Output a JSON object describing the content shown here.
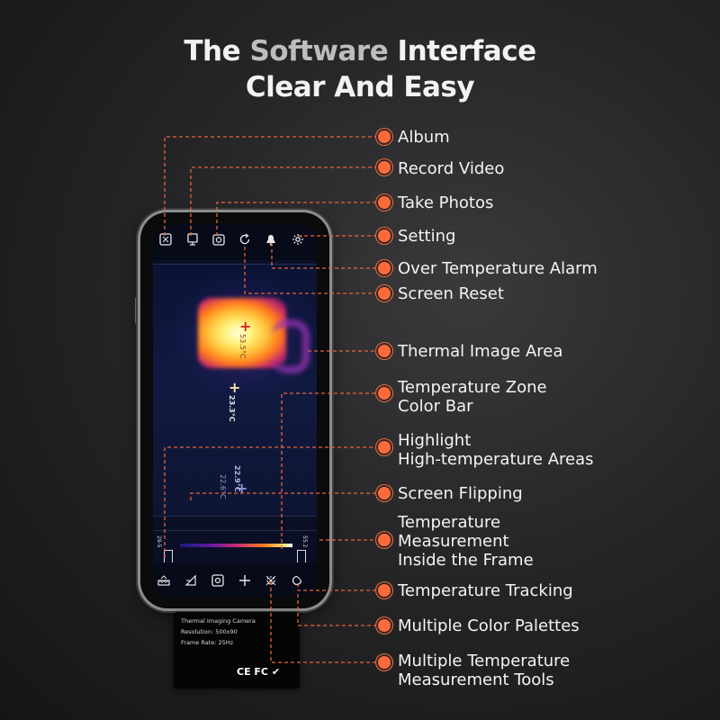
{
  "title": {
    "line1_word1": "The",
    "line1_word2": "Software",
    "line1_word3": "Interface",
    "line2": "Clear And Easy"
  },
  "callouts": [
    {
      "id": "album",
      "lines": [
        "Album"
      ]
    },
    {
      "id": "record-video",
      "lines": [
        "Record Video"
      ]
    },
    {
      "id": "take-photos",
      "lines": [
        "Take Photos"
      ]
    },
    {
      "id": "setting",
      "lines": [
        "Setting"
      ]
    },
    {
      "id": "over-temperature-alarm",
      "lines": [
        "Over Temperature Alarm"
      ]
    },
    {
      "id": "screen-reset",
      "lines": [
        "Screen Reset"
      ]
    },
    {
      "id": "thermal-image-area",
      "lines": [
        "Thermal Image Area"
      ]
    },
    {
      "id": "temperature-zone-color-bar",
      "lines": [
        "Temperature Zone",
        "Color Bar"
      ]
    },
    {
      "id": "highlight-high-temperature-areas",
      "lines": [
        "Highlight",
        "High-temperature Areas"
      ]
    },
    {
      "id": "screen-flipping",
      "lines": [
        "Screen Flipping"
      ]
    },
    {
      "id": "temperature-measurement-inside-frame",
      "lines": [
        "Temperature",
        "Measurement",
        "Inside the Frame"
      ]
    },
    {
      "id": "temperature-tracking",
      "lines": [
        "Temperature Tracking"
      ]
    },
    {
      "id": "multiple-color-palettes",
      "lines": [
        "Multiple Color Palettes"
      ]
    },
    {
      "id": "multiple-temperature-measurement-tools",
      "lines": [
        "Multiple Temperature",
        "Measurement Tools"
      ]
    }
  ],
  "top_toolbar": [
    "album-icon",
    "record-video-icon",
    "camera-icon",
    "screen-reset-icon",
    "alarm-icon",
    "gear-icon"
  ],
  "bottom_toolbar": [
    "measure-frame-icon",
    "flip-icon",
    "highlight-icon",
    "crosshair-icon",
    "palette-icon",
    "tracking-icon"
  ],
  "thermal": {
    "hot_reading": "53.5°C",
    "center_reading": "23.3°C",
    "cold_reading": "22.9°C",
    "cold_reading_2": "22.6°C",
    "min_label": "29-5",
    "max_label": "55.2"
  },
  "spec_card": {
    "name": "Thermal Imaging Camera",
    "resolution": "Resolution: 500x90",
    "frame_rate": "Frame Rate: 25Hz",
    "marks": "CE FC ✔"
  },
  "colors": {
    "accent": "#ff6a3a",
    "leader": "#e8643a"
  }
}
